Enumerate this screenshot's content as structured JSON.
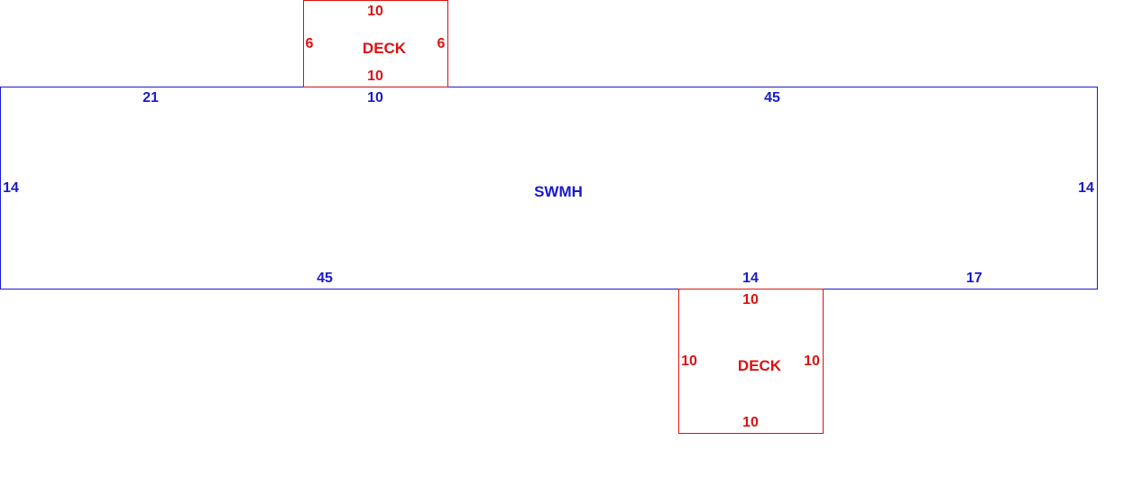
{
  "colors": {
    "main": "#1a1acc",
    "deck": "#dd1111"
  },
  "main_structure": {
    "name": "SWMH",
    "top_left": "21",
    "top_mid": "10",
    "top_right": "45",
    "left": "14",
    "right": "14",
    "bottom_left": "45",
    "bottom_mid": "14",
    "bottom_right": "17"
  },
  "deck_top": {
    "name": "DECK",
    "top": "10",
    "bottom": "10",
    "left": "6",
    "right": "6"
  },
  "deck_bottom": {
    "name": "DECK",
    "top": "10",
    "bottom": "10",
    "left": "10",
    "right": "10"
  }
}
